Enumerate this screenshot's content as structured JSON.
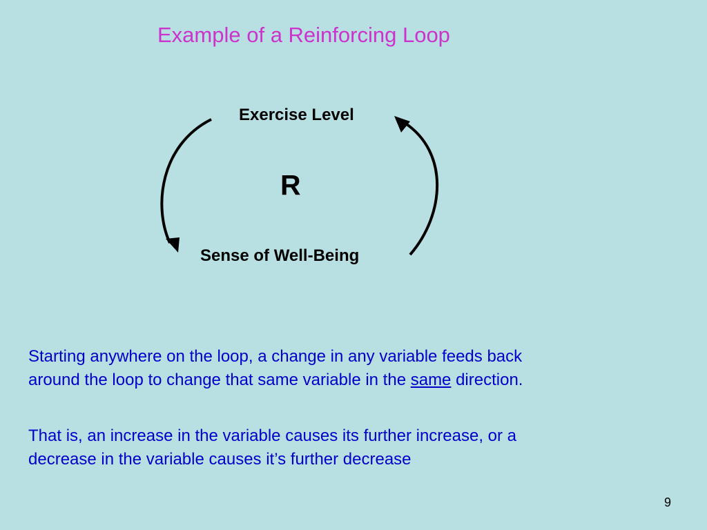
{
  "slide": {
    "title": "Example of a Reinforcing Loop",
    "page_number": "9"
  },
  "diagram": {
    "type": "causal-loop",
    "nodes": {
      "top": "Exercise Level",
      "bottom": "Sense of Well-Being"
    },
    "loop_label": "R",
    "arrow_color": "#000000"
  },
  "text": {
    "para1_line1": "Starting anywhere on the loop, a change in any variable feeds back",
    "para1_line2_before": "around the loop to change that same variable in the ",
    "para1_emphasis": "same",
    "para1_line2_after": " direction.",
    "para2_line1": "That is, an increase in the variable causes its further increase, or a",
    "para2_line2": "decrease in the variable causes it’s further decrease"
  },
  "colors": {
    "background": "#b8dfe2",
    "title": "#cc33cc",
    "body_text": "#0000cc"
  }
}
